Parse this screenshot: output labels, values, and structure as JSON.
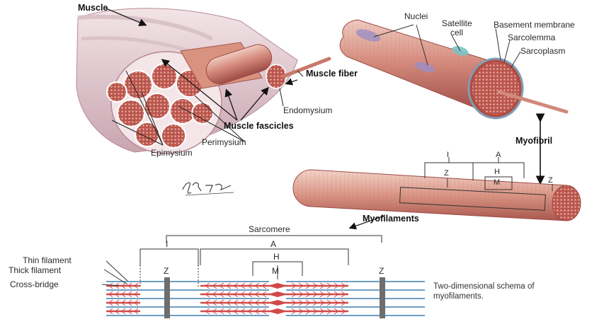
{
  "labels": {
    "muscle": "Muscle",
    "muscle_fiber": "Muscle fiber",
    "muscle_fascicles": "Muscle fascicles",
    "endomysium": "Endomysium",
    "perimysium": "Perimysium",
    "epimysium": "Epimysium",
    "nuclei": "Nuclei",
    "satellite_cell_1": "Satellite",
    "satellite_cell_2": "cell",
    "basement_membrane": "Basement membrane",
    "sarcolemma": "Sarcolemma",
    "sarcoplasm": "Sarcoplasm",
    "myofibril": "Myofibril",
    "myofilaments": "Myofilaments",
    "band_i_top": "I",
    "band_a_top": "A",
    "band_z_top_1": "Z",
    "band_h_top": "H",
    "band_m_top": "M",
    "band_z_top_2": "Z",
    "sarcomere": "Sarcomere",
    "band_i": "I",
    "band_a": "A",
    "band_h": "H",
    "band_m": "M",
    "band_z_1": "Z",
    "band_z_2": "Z",
    "thin_filament": "Thin filament",
    "thick_filament": "Thick filament",
    "cross_bridge": "Cross-bridge",
    "caption_line1": "Two-dimensional schema of",
    "caption_line2": "myofilaments."
  },
  "signature": "F. Netter",
  "colors": {
    "muscle_red": "#c45a55",
    "muscle_pink": "#e6b7ac",
    "thin_blue": "#3b7fb0",
    "thick_red": "#d14a4a",
    "zline_gray": "#6e6e6e"
  }
}
